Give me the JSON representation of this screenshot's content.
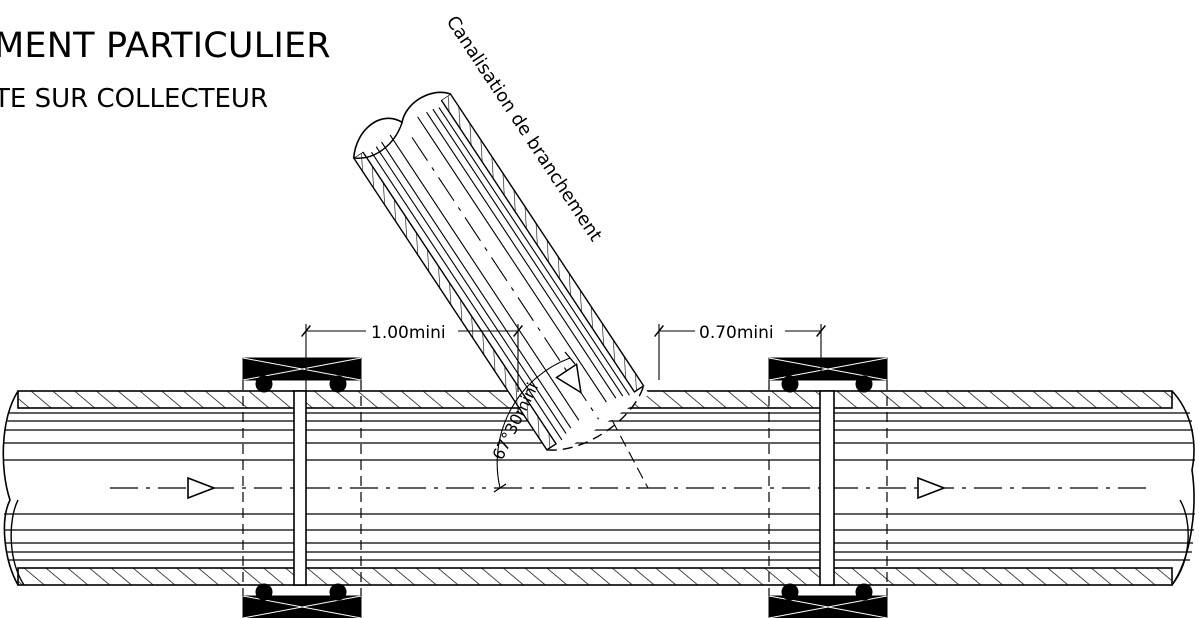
{
  "title": {
    "main": "MENT PARTICULIER",
    "sub": "TE SUR COLLECTEUR"
  },
  "labels": {
    "branch_pipe": "Canalisation de branchement",
    "dim_left": "1.00mini",
    "dim_right": "0.70mini",
    "angle": "67°30mini"
  },
  "colors": {
    "ink": "#000000",
    "background": "#ffffff"
  }
}
